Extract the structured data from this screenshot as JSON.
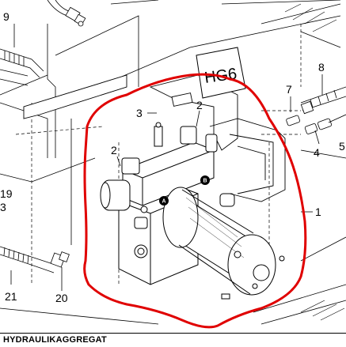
{
  "caption": "HYDRAULIKAGGREGAT",
  "label_plate": "HG6",
  "port_labels": {
    "a": "A",
    "b": "B"
  },
  "callouts": {
    "c1": "1",
    "c2a": "2",
    "c2b": "2",
    "c3": "3",
    "c4": "4",
    "c5": "5",
    "c7": "7",
    "c8": "8",
    "c9": "9",
    "c19": "19",
    "c19b": "3",
    "c20": "20",
    "c21": "21"
  },
  "colors": {
    "highlight": "#e00000",
    "line": "#000000"
  }
}
